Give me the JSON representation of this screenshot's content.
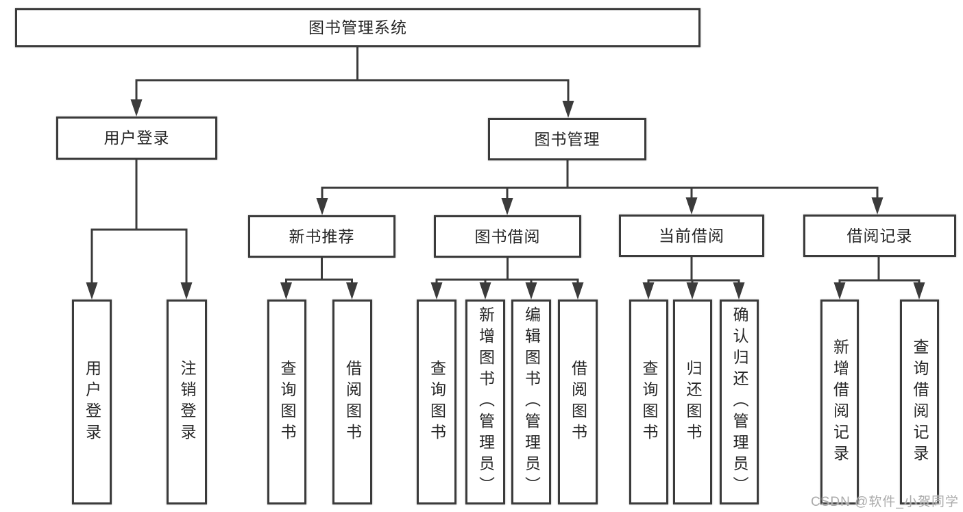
{
  "diagram": {
    "title": "图书管理系统",
    "tree": {
      "root": {
        "label": "图书管理系统",
        "children": [
          {
            "label": "用户登录",
            "children": [
              {
                "label": "用户登录"
              },
              {
                "label": "注销登录"
              }
            ]
          },
          {
            "label": "图书管理",
            "children": [
              {
                "label": "新书推荐",
                "children": [
                  {
                    "label": "查询图书"
                  },
                  {
                    "label": "借阅图书"
                  }
                ]
              },
              {
                "label": "图书借阅",
                "children": [
                  {
                    "label": "查询图书"
                  },
                  {
                    "label": "新增图书（管理员）"
                  },
                  {
                    "label": "编辑图书（管理员）"
                  },
                  {
                    "label": "借阅图书"
                  }
                ]
              },
              {
                "label": "当前借阅",
                "children": [
                  {
                    "label": "查询图书"
                  },
                  {
                    "label": "归还图书"
                  },
                  {
                    "label": "确认归还（管理员）"
                  }
                ]
              },
              {
                "label": "借阅记录",
                "children": [
                  {
                    "label": "新增借阅记录"
                  },
                  {
                    "label": "查询借阅记录"
                  }
                ]
              }
            ]
          }
        ]
      }
    }
  },
  "watermark": {
    "text": "CSDN @软件_小贺同学"
  },
  "colors": {
    "line": "#3b3b3b",
    "box_border": "#3b3b3b",
    "text": "#262626",
    "watermark": "#aaaaaa",
    "background": "#ffffff"
  }
}
